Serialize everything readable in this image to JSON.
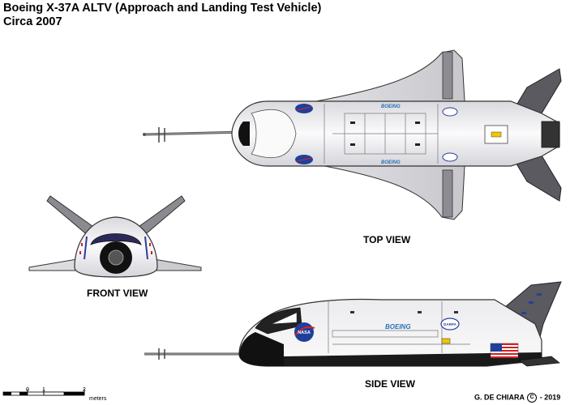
{
  "title_line1": "Boeing X-37A  ALTV (Approach and Landing Test Vehicle)",
  "title_line2": "Circa 2007",
  "views": {
    "top": "TOP VIEW",
    "front": "FRONT VIEW",
    "side": "SIDE VIEW"
  },
  "credit": {
    "author": "G. DE CHIARA",
    "copyright_symbol": "C",
    "year": "- 2019"
  },
  "scale": {
    "ticks": [
      "0",
      "1",
      "2"
    ],
    "unit": "meters"
  },
  "markings": {
    "nasa": "NASA",
    "boeing": "BOEING",
    "darpa": "DARPA"
  },
  "colors": {
    "fuselage": "#f0f0f2",
    "outline": "#333333",
    "nose_black": "#111111",
    "nasa_blue": "#1f3f9a",
    "fin_gray": "#5a5a60"
  }
}
